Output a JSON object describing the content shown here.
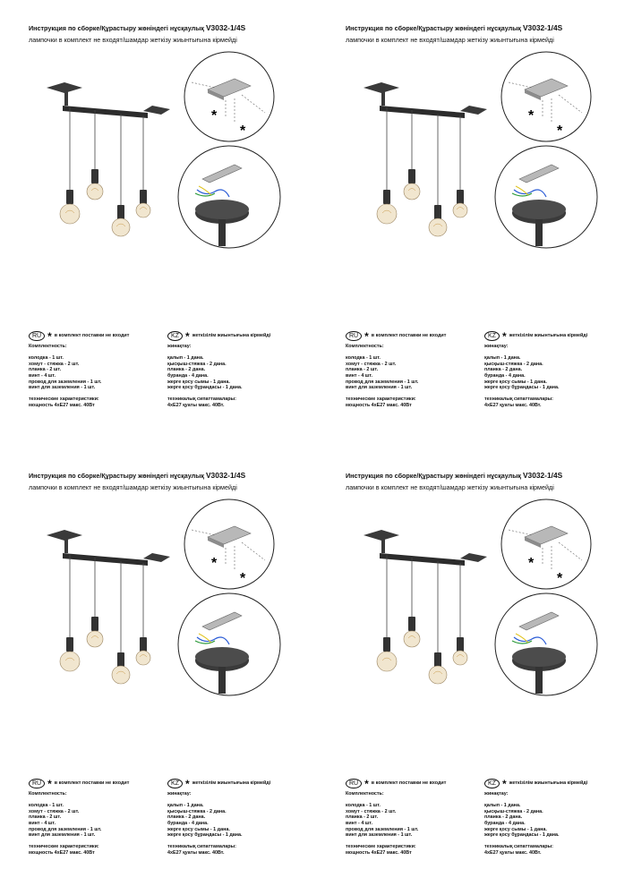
{
  "doc": {
    "title_text": "Инструкция по сборке/Құрастыру жөніндегі нұсқаулық",
    "code": "V3032-1/4S",
    "subtitle": "лампочки в комплект не входят/шамдар жеткізу жиынтығына кірмейді",
    "star_symbol": "*",
    "ru": {
      "badge": "RU",
      "star_note": "в комплект поставки не входит",
      "heading": "Комплектность:",
      "items": [
        "колодка - 1 шт.",
        "хомут - стяжка - 2 шт.",
        "планка - 2 шт.",
        "винт - 4 шт.",
        "провод для заземления - 1 шт.",
        "винт для заземления - 1 шт."
      ],
      "specs_heading": "технические характеристики:",
      "specs": "мощность 4хЕ27 макс. 40Вт"
    },
    "kz": {
      "badge": "KZ",
      "star_note": "жеткізілім жиынтығына кірмейді",
      "heading": "жинақтау:",
      "items": [
        "қалып - 1 дана.",
        "қысқыш-стяжка - 2 дана.",
        "планка - 2 дана.",
        "буранда - 4 дана.",
        "жерге қосу сымы - 1 дана.",
        "жерге қосу бұрандасы - 1 дана."
      ],
      "specs_heading": "техникалық сипаттамалары:",
      "specs": "4хЕ27 қуаты макс. 40Вт."
    }
  },
  "colors": {
    "metal": "#3a3a3a",
    "bulb": "#f1e6cf",
    "filament": "#c99a4a",
    "plate": "#b8b8b8"
  }
}
